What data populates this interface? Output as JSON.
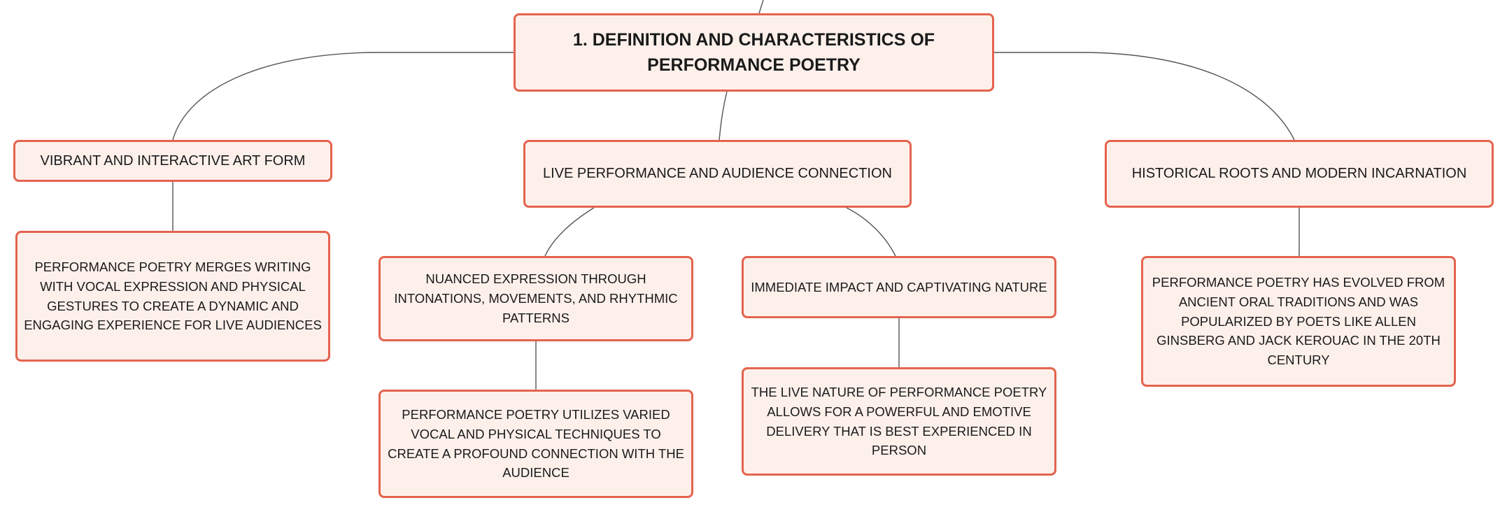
{
  "diagram": {
    "root": {
      "label": "1. DEFINITION AND CHARACTERISTICS OF PERFORMANCE POETRY"
    },
    "branches": [
      {
        "id": "vibrant",
        "label": "VIBRANT AND INTERACTIVE ART FORM",
        "detail": "PERFORMANCE POETRY MERGES WRITING WITH VOCAL EXPRESSION AND PHYSICAL GESTURES TO CREATE A DYNAMIC AND ENGAGING EXPERIENCE FOR LIVE AUDIENCES"
      },
      {
        "id": "live",
        "label": "LIVE PERFORMANCE AND AUDIENCE CONNECTION",
        "children": [
          {
            "id": "nuanced",
            "label": "NUANCED EXPRESSION THROUGH INTONATIONS, MOVEMENTS, AND RHYTHMIC PATTERNS",
            "detail": "PERFORMANCE POETRY UTILIZES VARIED VOCAL AND PHYSICAL TECHNIQUES TO CREATE A PROFOUND CONNECTION WITH THE AUDIENCE"
          },
          {
            "id": "immediate",
            "label": "IMMEDIATE IMPACT AND CAPTIVATING NATURE",
            "detail": "THE LIVE NATURE OF PERFORMANCE POETRY ALLOWS FOR A POWERFUL AND EMOTIVE DELIVERY THAT IS BEST EXPERIENCED IN PERSON"
          }
        ]
      },
      {
        "id": "historical",
        "label": "HISTORICAL ROOTS AND MODERN INCARNATION",
        "detail": "PERFORMANCE POETRY HAS EVOLVED FROM ANCIENT ORAL TRADITIONS AND WAS POPULARIZED BY POETS LIKE ALLEN GINSBERG AND JACK KEROUAC IN THE 20TH CENTURY"
      }
    ],
    "colors": {
      "node_border": "#e5634e",
      "node_fill": "#fdf0eb",
      "connector": "#555555",
      "text": "#1a1a1a"
    }
  }
}
